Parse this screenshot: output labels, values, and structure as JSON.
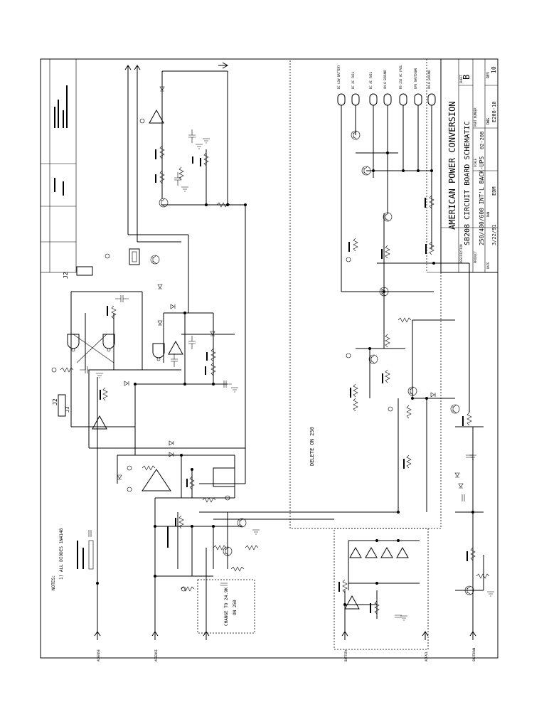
{
  "title_block": {
    "company": "AMERICAN POWER CONVERSION",
    "title": "SB208 CIRCUIT BOARD SCHEMATIC",
    "subtitle": "250/400/600 INT'L BACK-UPS",
    "sheet_letter": "B",
    "rev_label": "REV",
    "rev": "10",
    "dwg_label": "DWG",
    "dwg_no": "E208-10",
    "part_no": "02-208",
    "date": "3/22/91",
    "drawn_by": "EDM",
    "field_labels": [
      "DESCRIPTION",
      "PRODUCT",
      "SCALE",
      "DWN",
      "SHEET",
      "DATE",
      "PART NUMBER"
    ]
  },
  "notes": {
    "title": "NOTES:",
    "items": [
      "1) ALL DIODES 1N4148"
    ]
  },
  "annotations": {
    "delete_note": "DELETE ON 250",
    "change_note_1": "CHANGE TO 24.9K",
    "change_note_2": "ON 250"
  },
  "connectors": [
    "J2",
    "J2",
    "J3"
  ],
  "top_signals": [
    "DC LOW BATTERY",
    "DC AC FAIL",
    "DC AC FAIL",
    "ON-B GROUND",
    "RS-232 AC FAIL",
    "UPS SHUTDOWN",
    "ON-B GROUND"
  ],
  "bottom_signals": [
    "ACSENSE",
    "ACSENSE",
    "BATTERY",
    "ACFAIL",
    "SHUTDOWN"
  ]
}
